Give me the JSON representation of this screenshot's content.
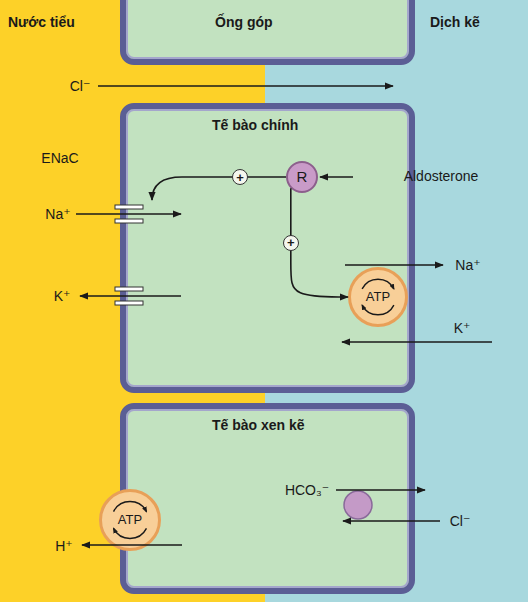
{
  "diagram": {
    "nodes": [
      {
        "text": [
          "Nước tiểu"
        ]
      },
      {
        "text": [
          "Ống góp"
        ]
      },
      {
        "text": [
          "Dịch kẽ"
        ]
      },
      {
        "text": [
          "Tế bào chính"
        ]
      },
      {
        "text": [
          "R"
        ],
        "in": 3
      },
      {
        "text": [
          "ATP"
        ],
        "in": 3
      },
      {
        "text": [
          "Tế bào xen kẽ"
        ]
      },
      {
        "text": [
          "ATP"
        ],
        "in": 6
      }
    ],
    "edges": [
      {
        "from": 4,
        "to": 5,
        "arrow": "to",
        "label": "+"
      }
    ],
    "labels": [
      "Cl⁻",
      "ENaC",
      "Na⁺",
      "K⁺",
      "+",
      "Aldosterone",
      "Na⁺",
      "K⁺",
      "H⁺",
      "HCO₃⁻",
      "Cl⁻"
    ]
  }
}
